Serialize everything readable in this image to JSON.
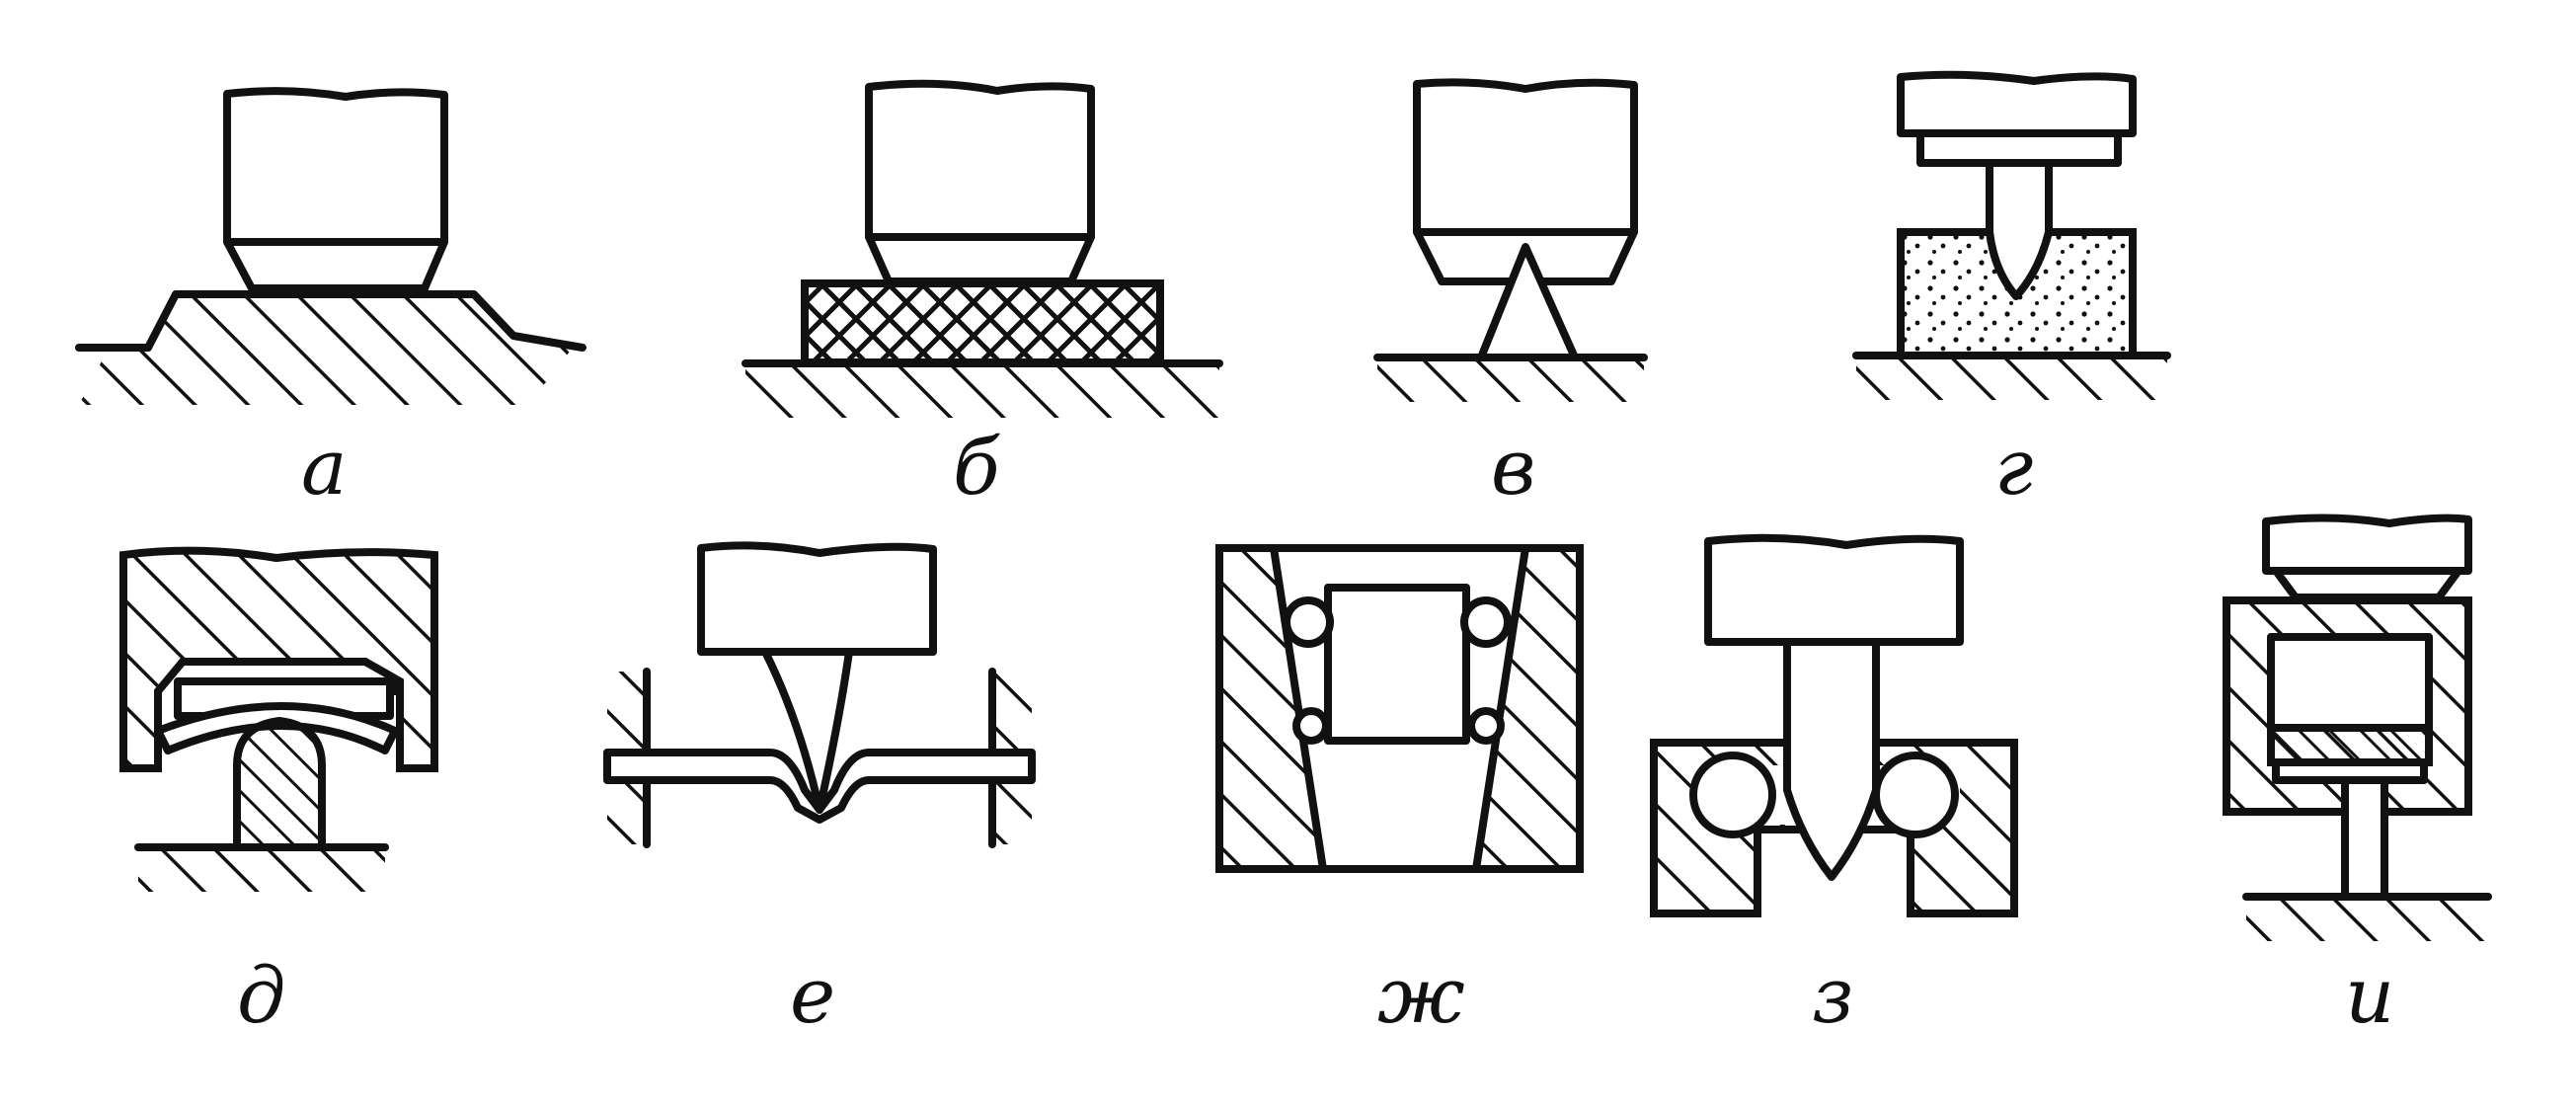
{
  "figure": {
    "labels": {
      "a": "а",
      "b": "б",
      "v": "в",
      "g": "г",
      "d": "д",
      "e": "е",
      "zh": "ж",
      "z": "з",
      "i": "и"
    }
  }
}
